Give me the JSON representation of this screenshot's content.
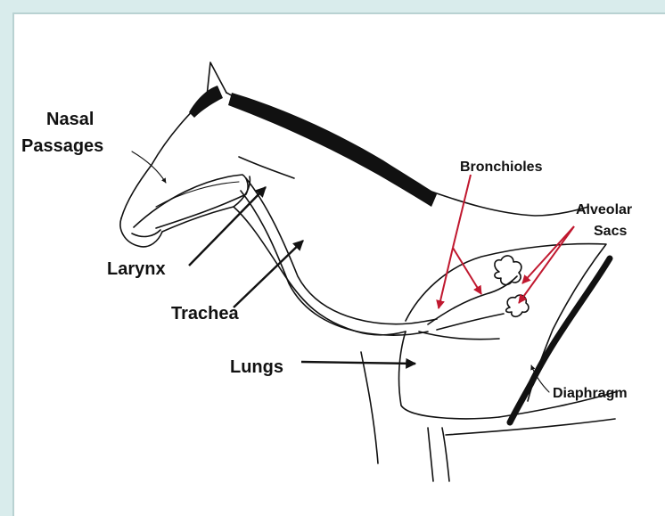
{
  "labels": {
    "nasal_line1": "Nasal",
    "nasal_line2": "Passages",
    "larynx": "Larynx",
    "trachea": "Trachea",
    "lungs": "Lungs",
    "bronchioles": "Bronchioles",
    "alveolar_line1": "Alveolar",
    "alveolar_line2": "Sacs",
    "diaphragm": "Diaphragm"
  },
  "colors": {
    "background": "#d9ecec",
    "outline": "#111111",
    "pointer_red": "#c0182f"
  }
}
